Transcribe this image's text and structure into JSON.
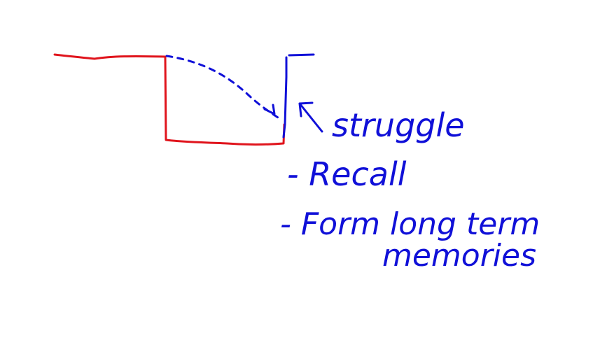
{
  "colors": {
    "background": "#ffffff",
    "red_ink": "#e0141c",
    "blue_ink": "#1010d8"
  },
  "annotations": {
    "struggle": "struggle",
    "recall": "- Recall",
    "form_long_term": "- Form long term",
    "memories": "memories"
  }
}
